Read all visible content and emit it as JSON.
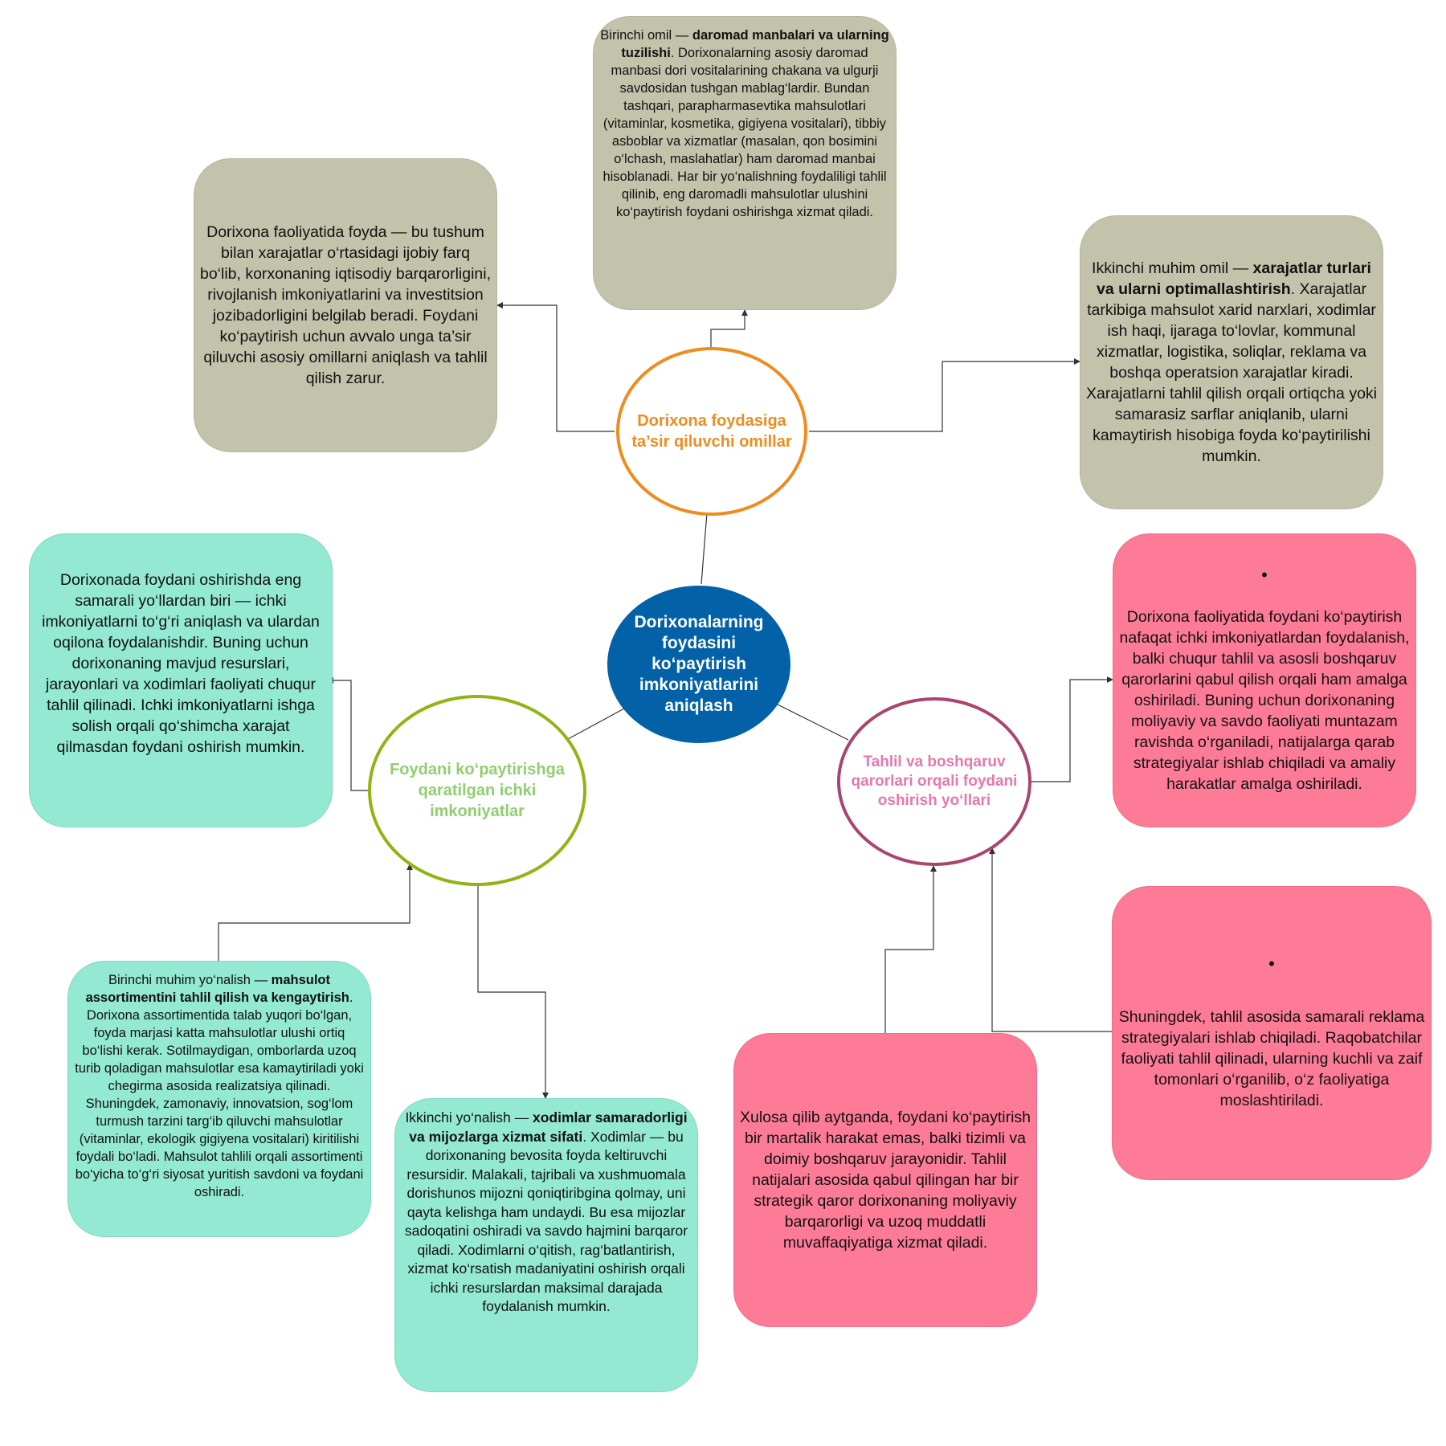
{
  "center": {
    "label": "Dorixonalarning foydasini ko‘paytirish imkoniyatlarini aniqlash",
    "color": "#0361a8"
  },
  "factors": {
    "label": "Dorixona foydasiga ta’sir qiluvchi omillar",
    "color": "#ef8c1f",
    "intro": "Dorixona faoliyatida foyda — bu tushum bilan xarajatlar o‘rtasidagi ijobiy farq bo‘lib, korxonaning iqtisodiy barqarorligini, rivojlanish imkoniyatlarini va investitsion jozibadorligini belgilab beradi. Foydani ko‘paytirish uchun avvalo unga ta’sir qiluvchi asosiy omillarni aniqlash va tahlil qilish zarur.",
    "first": {
      "lead": "Birinchi omil — ",
      "bold": "daromad manbalari va ularning tuzilishi",
      "rest": ". Dorixonalarning asosiy daromad manbasi dori vositalarining chakana va ulgurji savdosidan tushgan mablag‘lardir. Bundan tashqari, parapharmasevtika mahsulotlari (vitaminlar, kosmetika, gigiyena vositalari), tibbiy asboblar va xizmatlar (masalan, qon bosimini o‘lchash, maslahatlar) ham daromad manbai hisoblanadi. Har bir yo‘nalishning foydaliligi tahlil qilinib, eng daromadli mahsulotlar ulushini ko‘paytirish foydani oshirishga xizmat qiladi."
    },
    "second": {
      "lead": "Ikkinchi muhim omil — ",
      "bold": "xarajatlar turlari va ularni optimallashtirish",
      "rest": ". Xarajatlar tarkibiga mahsulot xarid narxlari, xodimlar ish haqi, ijaraga to‘lovlar, kommunal xizmatlar, logistika, soliqlar, reklama va boshqa operatsion xarajatlar kiradi. Xarajatlarni tahlil qilish orqali ortiqcha yoki samarasiz sarflar aniqlanib, ularni kamaytirish hisobiga foyda ko‘paytirilishi mumkin."
    }
  },
  "internal": {
    "label": "Foydani ko‘paytirishga qaratilgan ichki imkoniyatlar",
    "color": "#8fb515",
    "intro": "Dorixonada foydani oshirishda eng samarali yo‘llardan biri — ichki imkoniyatlarni to‘g‘ri aniqlash va ulardan oqilona foydalanishdir. Buning uchun dorixonaning mavjud resurslari, jarayonlari va xodimlari faoliyati chuqur tahlil qilinadi. Ichki imkoniyatlarni ishga solish orqali qo‘shimcha xarajat qilmasdan foydani oshirish mumkin.",
    "first": {
      "lead": "Birinchi muhim yo‘nalish — ",
      "bold": "mahsulot assortimentini tahlil qilish va kengaytirish",
      "rest": ". Dorixona assortimentida talab yuqori bo‘lgan, foyda marjasi katta mahsulotlar ulushi ortiq bo‘lishi kerak. Sotilmaydigan, omborlarda uzoq turib qoladigan mahsulotlar esa kamaytiriladi yoki chegirma asosida realizatsiya qilinadi. Shuningdek, zamonaviy, innovatsion, sog‘lom turmush tarzini targ‘ib qiluvchi mahsulotlar (vitaminlar, ekologik gigiyena vositalari) kiritilishi foydali bo‘ladi. Mahsulot tahlili orqali assortimenti bo‘yicha to‘g‘ri siyosat yuritish savdoni va foydani oshiradi."
    },
    "second": {
      "lead": "Ikkinchi yo‘nalish — ",
      "bold": "xodimlar samaradorligi va mijozlarga xizmat sifati",
      "rest": ". Xodimlar — bu dorixonaning bevosita foyda keltiruvchi resursidir. Malakali, tajribali va xushmuomala dorishunos mijozni qoniqtiribgina qolmay, uni qayta kelishga ham undaydi. Bu esa mijozlar sadoqatini oshiradi va savdo hajmini barqaror qiladi. Xodimlarni o‘qitish, rag‘batlantirish, xizmat ko‘rsatish madaniyatini oshirish orqali ichki resurslardan maksimal darajada foydalanish mumkin."
    }
  },
  "analysis": {
    "label": "Tahlil va boshqaruv qarorlari orqali foydani oshirish yo‘llari",
    "color": "#a84570",
    "bullet": "•",
    "intro": "Dorixona faoliyatida foydani ko‘paytirish nafaqat ichki imkoniyatlardan foydalanish, balki chuqur tahlil va asosli boshqaruv qarorlarini qabul qilish orqali ham amalga oshiriladi. Buning uchun dorixonaning moliyaviy va savdo faoliyati muntazam ravishda o‘rganiladi, natijalarga qarab strategiyalar ishlab chiqiladi va amaliy harakatlar amalga oshiriladi.",
    "marketing": "Shuningdek, tahlil asosida samarali reklama strategiyalari ishlab chiqiladi. Raqobatchilar faoliyati tahlil qilinadi, ularning kuchli va zaif tomonlari o‘rganilib, o‘z faoliyatiga moslashtiriladi.",
    "conclusion": "Xulosa qilib aytganda, foydani ko‘paytirish bir martalik harakat emas, balki tizimli va doimiy boshqaruv jarayonidir. Tahlil natijalari asosida qabul qilingan har bir strategik qaror dorixonaning moliyaviy barqarorligi va uzoq muddatli muvaffaqiyatiga xizmat qiladi."
  },
  "colors": {
    "tan": "#c3c3ac",
    "mint": "#93e9d1",
    "pink": "#fe7b98",
    "line": "#333333"
  }
}
